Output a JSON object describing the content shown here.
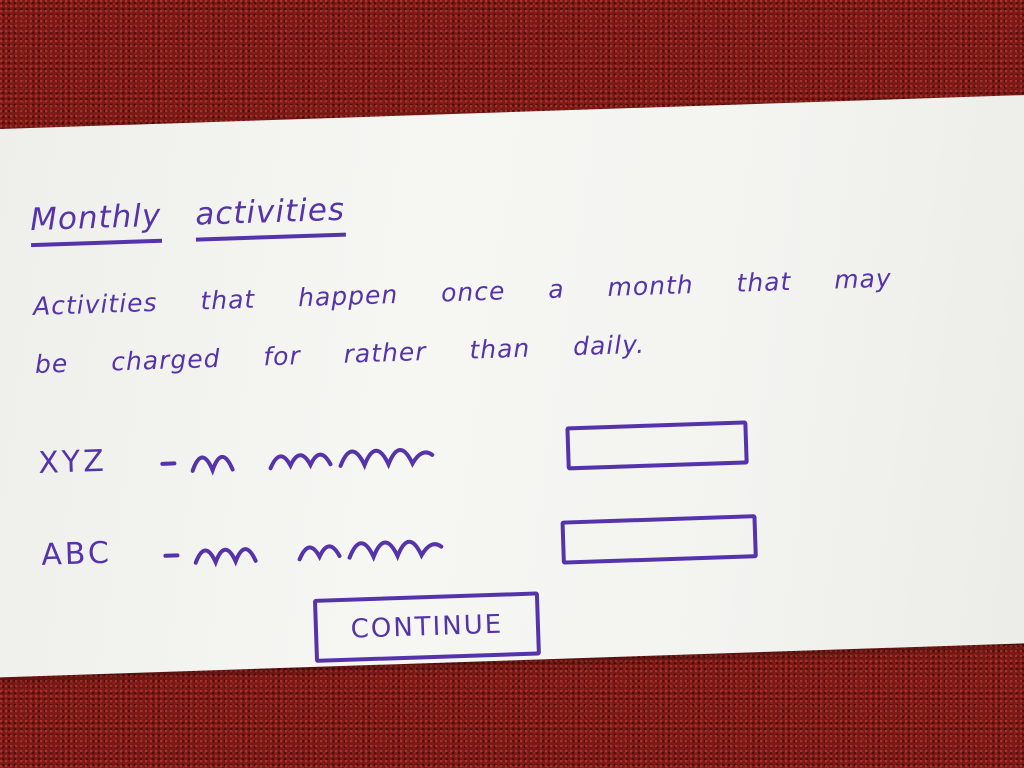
{
  "form": {
    "title_word_1": "Monthly",
    "title_word_2": "activities",
    "description": "Activities that happen once a month that may be charged for rather than daily.",
    "fields": [
      {
        "label": "XYZ"
      },
      {
        "label": "ABC"
      }
    ],
    "continue_label": "CONTINUE"
  },
  "colors": {
    "ink": "#5533aa",
    "paper": "#f4f4f1",
    "carpet": "#7a1a16"
  },
  "icons": {
    "placeholder_text": "squiggle-icon"
  }
}
